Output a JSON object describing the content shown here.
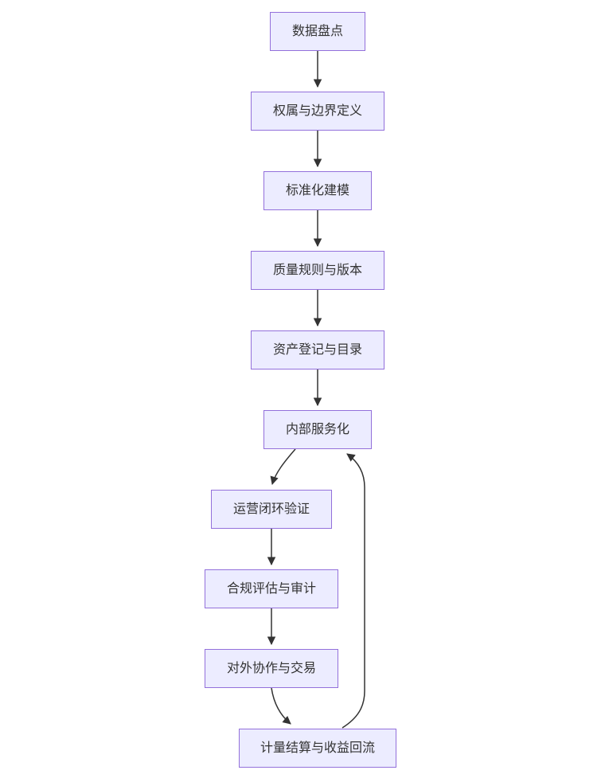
{
  "diagram": {
    "type": "flowchart",
    "direction": "top-down",
    "nodes": [
      {
        "id": "n1",
        "label": "数据盘点"
      },
      {
        "id": "n2",
        "label": "权属与边界定义"
      },
      {
        "id": "n3",
        "label": "标准化建模"
      },
      {
        "id": "n4",
        "label": "质量规则与版本"
      },
      {
        "id": "n5",
        "label": "资产登记与目录"
      },
      {
        "id": "n6",
        "label": "内部服务化"
      },
      {
        "id": "n7",
        "label": "运营闭环验证"
      },
      {
        "id": "n8",
        "label": "合规评估与审计"
      },
      {
        "id": "n9",
        "label": "对外协作与交易"
      },
      {
        "id": "n10",
        "label": "计量结算与收益回流"
      }
    ],
    "edges": [
      {
        "from": "数据盘点",
        "to": "权属与边界定义"
      },
      {
        "from": "权属与边界定义",
        "to": "标准化建模"
      },
      {
        "from": "标准化建模",
        "to": "质量规则与版本"
      },
      {
        "from": "质量规则与版本",
        "to": "资产登记与目录"
      },
      {
        "from": "资产登记与目录",
        "to": "内部服务化"
      },
      {
        "from": "内部服务化",
        "to": "运营闭环验证"
      },
      {
        "from": "运营闭环验证",
        "to": "合规评估与审计"
      },
      {
        "from": "合规评估与审计",
        "to": "对外协作与交易"
      },
      {
        "from": "对外协作与交易",
        "to": "计量结算与收益回流"
      },
      {
        "from": "计量结算与收益回流",
        "to": "内部服务化",
        "note": "feedback-loop"
      }
    ],
    "colors": {
      "node_fill": "#ECECFF",
      "node_border": "#9370DB",
      "edge": "#333333",
      "text": "#333333",
      "background": "#FFFFFF"
    }
  }
}
